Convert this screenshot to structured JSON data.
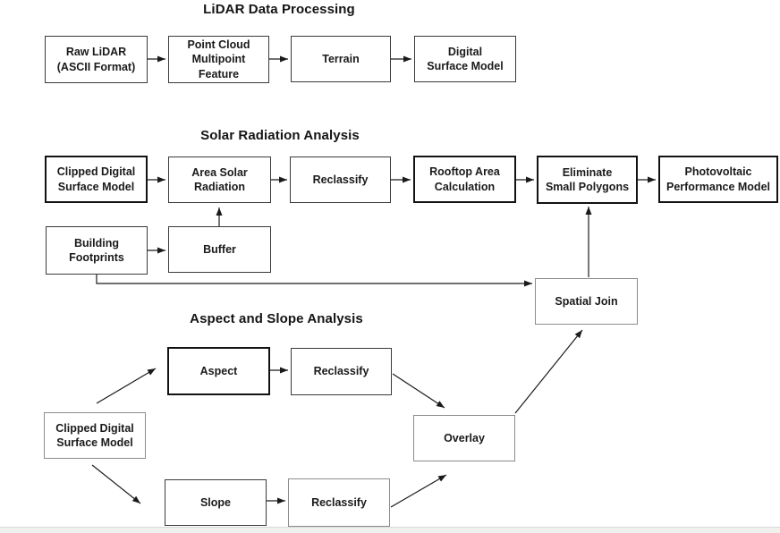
{
  "diagram": {
    "sections": {
      "lidar": {
        "title": "LiDAR Data Processing"
      },
      "solar": {
        "title": "Solar Radiation Analysis"
      },
      "aspect_slope": {
        "title": "Aspect and Slope Analysis"
      }
    },
    "nodes": {
      "raw_lidar": {
        "label": "Raw LiDAR\n(ASCII Format)"
      },
      "point_cloud": {
        "label": "Point Cloud\nMultipoint Feature"
      },
      "terrain": {
        "label": "Terrain"
      },
      "digital_surface_model": {
        "label": "Digital\nSurface Model"
      },
      "clipped_dsm_solar": {
        "label": "Clipped Digital\nSurface Model"
      },
      "area_solar_radiation": {
        "label": "Area Solar\nRadiation"
      },
      "reclassify_solar": {
        "label": "Reclassify"
      },
      "rooftop_area_calculation": {
        "label": "Rooftop Area\nCalculation"
      },
      "eliminate_small_polygons": {
        "label": "Eliminate\nSmall Polygons"
      },
      "photovoltaic_performance_model": {
        "label": "Photovoltaic\nPerformance Model"
      },
      "building_footprints": {
        "label": "Building\nFootprints"
      },
      "buffer": {
        "label": "Buffer"
      },
      "spatial_join": {
        "label": "Spatial Join"
      },
      "aspect": {
        "label": "Aspect"
      },
      "reclassify_aspect": {
        "label": "Reclassify"
      },
      "clipped_dsm_aspect": {
        "label": "Clipped Digital\nSurface Model"
      },
      "overlay": {
        "label": "Overlay"
      },
      "slope": {
        "label": "Slope"
      },
      "reclassify_slope": {
        "label": "Reclassify"
      }
    },
    "edges": [
      {
        "from": "raw_lidar",
        "to": "point_cloud"
      },
      {
        "from": "point_cloud",
        "to": "terrain"
      },
      {
        "from": "terrain",
        "to": "digital_surface_model"
      },
      {
        "from": "clipped_dsm_solar",
        "to": "area_solar_radiation"
      },
      {
        "from": "area_solar_radiation",
        "to": "reclassify_solar"
      },
      {
        "from": "reclassify_solar",
        "to": "rooftop_area_calculation"
      },
      {
        "from": "rooftop_area_calculation",
        "to": "eliminate_small_polygons"
      },
      {
        "from": "eliminate_small_polygons",
        "to": "photovoltaic_performance_model"
      },
      {
        "from": "building_footprints",
        "to": "buffer"
      },
      {
        "from": "buffer",
        "to": "area_solar_radiation"
      },
      {
        "from": "building_footprints",
        "to": "spatial_join"
      },
      {
        "from": "spatial_join",
        "to": "eliminate_small_polygons"
      },
      {
        "from": "clipped_dsm_aspect",
        "to": "aspect"
      },
      {
        "from": "aspect",
        "to": "reclassify_aspect"
      },
      {
        "from": "reclassify_aspect",
        "to": "overlay"
      },
      {
        "from": "clipped_dsm_aspect",
        "to": "slope"
      },
      {
        "from": "slope",
        "to": "reclassify_slope"
      },
      {
        "from": "reclassify_slope",
        "to": "overlay"
      },
      {
        "from": "overlay",
        "to": "spatial_join"
      }
    ],
    "colors": {
      "line": "#1a1a1a",
      "box_border": "#3a3a3a",
      "box_border_emphasis": "#121212",
      "box_border_light": "#8c8c8c",
      "box_fill": "#ffffff",
      "text": "#1a1a1a",
      "footer_bar": "#f0f0ef"
    }
  }
}
